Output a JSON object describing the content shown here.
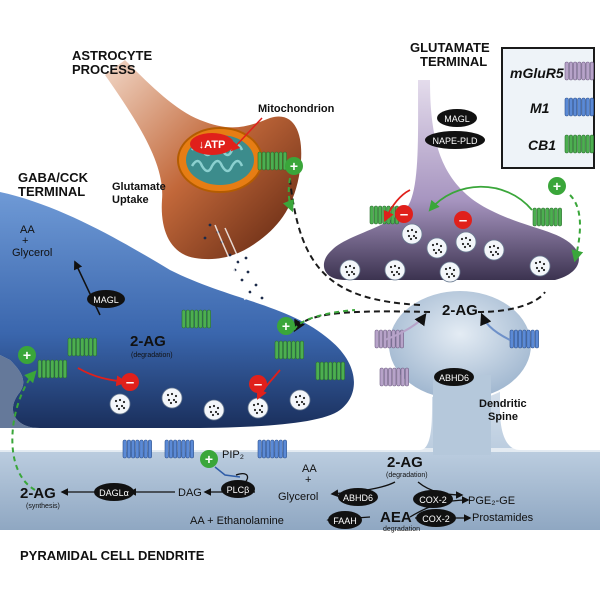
{
  "labels": {
    "astrocyte_line1": "ASTROCYTE",
    "astrocyte_line2": "PROCESS",
    "glut_term_line1": "GLUTAMATE",
    "glut_term_line2": "TERMINAL",
    "gaba_line1": "GABA/CCK",
    "gaba_line2": "TERMINAL",
    "mitochondrion": "Mitochondrion",
    "atp": "↓ATP",
    "glut_uptake_line1": "Glutamate",
    "glut_uptake_line2": "Uptake",
    "aa": "AA",
    "plus": "+",
    "glycerol": "Glycerol",
    "dendritic_spine_line1": "Dendritic",
    "dendritic_spine_line2": "Spine",
    "pyramidal": "PYRAMIDAL CELL DENDRITE",
    "dag": "DAG",
    "pip2": "PIP₂",
    "pge2": "PGE₂-GE",
    "prostamides": "Prostamides",
    "aa_ethanolamine": "AA + Ethanolamine",
    "aea": "AEA",
    "degradation": "degradation"
  },
  "twoag": {
    "spine": "2-AG",
    "gaba": "2-AG",
    "gaba_sub": "(degradation)",
    "dendrite": "2-AG",
    "dendrite_sub": "(degradation)",
    "synth": "2-AG",
    "synth_sub": "(synthesis)"
  },
  "enzymes": {
    "magl_glut": "MAGL",
    "nape_pld": "NAPE-PLD",
    "magl_gaba": "MAGL",
    "abhd6_spine": "ABHD6",
    "abhd6_dend": "ABHD6",
    "cox2_a": "COX-2",
    "cox2_b": "COX-2",
    "faah": "FAAH",
    "dagla": "DAGLα",
    "plcb": "PLCβ"
  },
  "legend": {
    "items": [
      {
        "label": "mGluR5",
        "color": "#b7a3c9"
      },
      {
        "label": "M1",
        "color": "#5b8ad6"
      },
      {
        "label": "CB1",
        "color": "#4caf50"
      }
    ]
  },
  "colors": {
    "stimulate": "#3aa63a",
    "inhibit": "#e0201b",
    "gaba_terminal": "#3f73c0",
    "glut_terminal": "#8b7fa6",
    "astrocyte": "#b0552a",
    "dendrite": "#a9bfd6"
  },
  "signs": {
    "plus": "+",
    "minus": "–"
  }
}
